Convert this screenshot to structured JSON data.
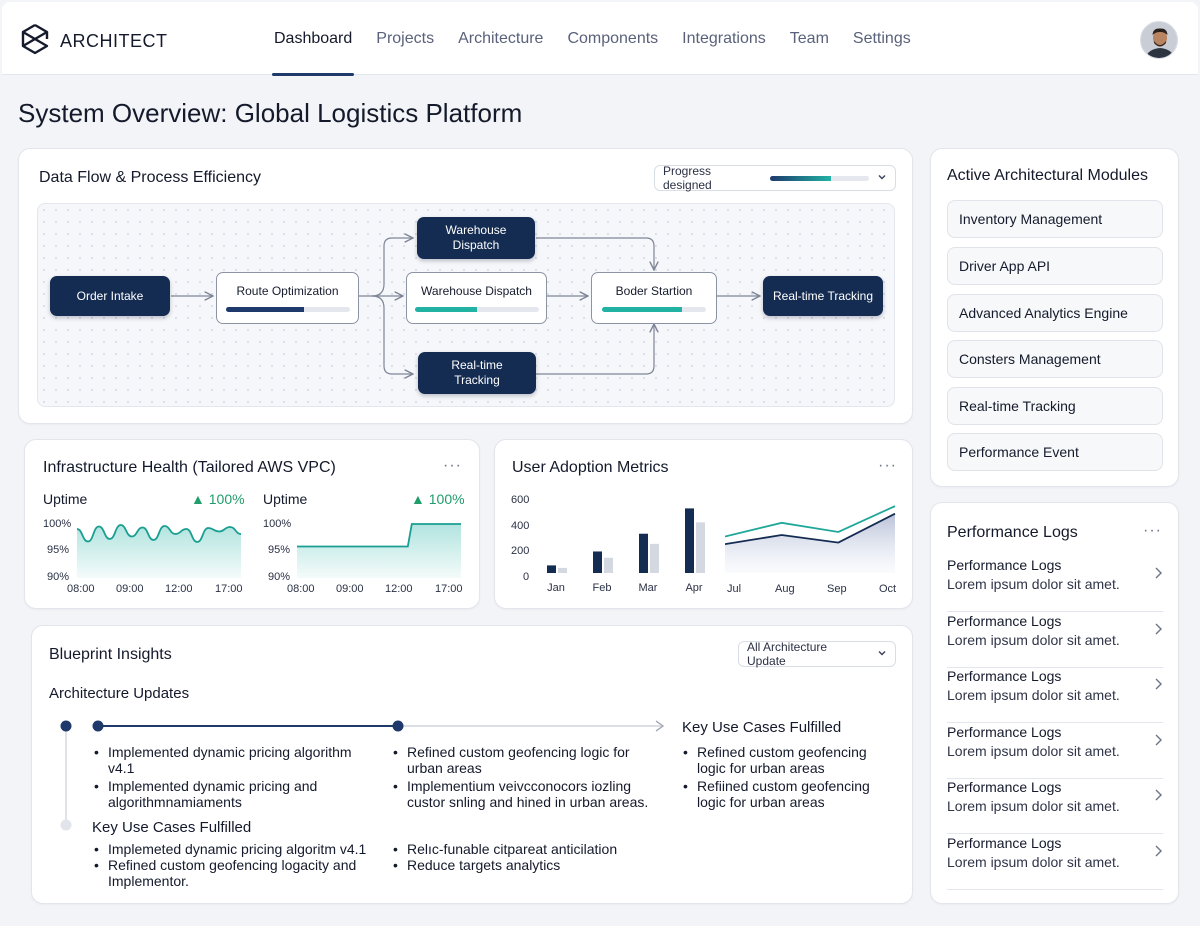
{
  "brand": {
    "name": "ARCHITECT"
  },
  "nav": {
    "items": [
      "Dashboard",
      "Projects",
      "Architecture",
      "Components",
      "Integrations",
      "Team",
      "Settings"
    ],
    "active": "Dashboard"
  },
  "page": {
    "title": "System Overview: Global Logistics Platform"
  },
  "flow": {
    "title": "Data Flow & Process Efficiency",
    "select_label": "Progress designed",
    "select_progress": 0.62,
    "nodes": {
      "order_intake": "Order Intake",
      "route_optimization": "Route Optimization",
      "route_optimization_progress": 0.63,
      "warehouse_top": [
        "Warehouse",
        "Dispatch"
      ],
      "warehouse_mid": "Warehouse Dispatch",
      "warehouse_mid_progress": 0.5,
      "realtime_bottom": [
        "Real-time",
        "Tracking"
      ],
      "boder_startion": "Boder Startion",
      "boder_startion_progress": 0.77,
      "realtime_tracking": "Real-time Tracking"
    }
  },
  "modules": {
    "title": "Active Architectural Modules",
    "items": [
      "Inventory Management",
      "Driver App API",
      "Advanced Analytics Engine",
      "Consters Management",
      "Real-time Tracking",
      "Performance Event"
    ]
  },
  "infra": {
    "title": "Infrastructure Health (Tailored AWS VPC)",
    "more": "···",
    "left": {
      "label": "Uptime",
      "value": "▲ 100%",
      "yticks": [
        "100%",
        "95%",
        "90%"
      ],
      "xticks": [
        "08:00",
        "09:00",
        "12:00",
        "17:00"
      ]
    },
    "right": {
      "label": "Uptime",
      "value": "▲ 100%",
      "yticks": [
        "100%",
        "95%",
        "90%"
      ],
      "xticks": [
        "08:00",
        "09:00",
        "12:00",
        "17:00"
      ]
    }
  },
  "adoption": {
    "title": "User Adoption Metrics",
    "more": "···",
    "yticks": [
      "600",
      "400",
      "200",
      "0"
    ],
    "line_xticks": [
      "Jul",
      "Aug",
      "Sep",
      "Oct"
    ]
  },
  "chart_data": [
    {
      "type": "line",
      "title": "Uptime",
      "x": [
        "08:00",
        "09:00",
        "12:00",
        "17:00"
      ],
      "ylim": [
        90,
        100
      ],
      "series": [
        {
          "values": [
            99,
            96.5,
            99.5,
            97,
            99.8,
            97.5,
            99.3,
            96.8,
            99.6,
            98,
            99,
            96.4,
            99.2,
            98.5,
            99.4,
            98
          ]
        }
      ]
    },
    {
      "type": "line",
      "title": "Uptime",
      "x": [
        "08:00",
        "09:00",
        "12:00",
        "17:00"
      ],
      "ylim": [
        90,
        100
      ],
      "series": [
        {
          "values": [
            95.5,
            95.5,
            95.5,
            95.5,
            95.5,
            95.5,
            95.5,
            100,
            100,
            100,
            100
          ]
        }
      ]
    },
    {
      "type": "bar",
      "categories": [
        "Jan",
        "Feb",
        "Mar",
        "Apr"
      ],
      "ylim": [
        0,
        600
      ],
      "series": [
        {
          "values": [
            60,
            170,
            310,
            510
          ]
        },
        {
          "values": [
            40,
            120,
            230,
            400
          ]
        }
      ]
    },
    {
      "type": "area",
      "categories": [
        "Jul",
        "Aug",
        "Sep",
        "Oct"
      ],
      "series": [
        {
          "values": [
            240,
            330,
            270,
            440
          ]
        },
        {
          "values": [
            190,
            250,
            200,
            390
          ]
        }
      ]
    }
  ],
  "logs": {
    "title": "Performance Logs",
    "more": "···",
    "items": [
      {
        "title": "Performance Logs",
        "desc": "Lorem ipsum dolor sit amet."
      },
      {
        "title": "Performance Logs",
        "desc": "Lorem ipsum dolor sit amet."
      },
      {
        "title": "Performance Logs",
        "desc": "Lorem ipsum dolor sit amet."
      },
      {
        "title": "Performance Logs",
        "desc": "Lorem ipsum dolor sit amet."
      },
      {
        "title": "Performance Logs",
        "desc": "Lorem ipsum dolor sit amet."
      },
      {
        "title": "Performance Logs",
        "desc": "Lorem ipsum dolor sit amet."
      }
    ]
  },
  "insights": {
    "title": "Blueprint Insights",
    "select_label": "All Architecture Update",
    "updates_title": "Architecture Updates",
    "col1": [
      "Implemented dynamic pricing algorithm v4.1",
      "Implemented dynamic pricing and algorithmnamiaments"
    ],
    "col2": [
      "Refined custom geofencing logic for urban areas",
      "Implementium veivcconocors iozling custor snling and hined in urban areas."
    ],
    "col3_title": "Key Use Cases Fulfilled",
    "col3": [
      "Refined custom geofencing logic for urban areas",
      "Refiined custom geofencing logic for urban areas"
    ],
    "lower_title": "Key Use Cases Fulfilled",
    "lower1": [
      "Implemeted dynamic pricing algoritm v4.1",
      "Refined custom geofencing logacity and Implementor."
    ],
    "lower2": [
      "Relıc-funable citpareat anticilation",
      "Reduce targets analytics"
    ]
  }
}
